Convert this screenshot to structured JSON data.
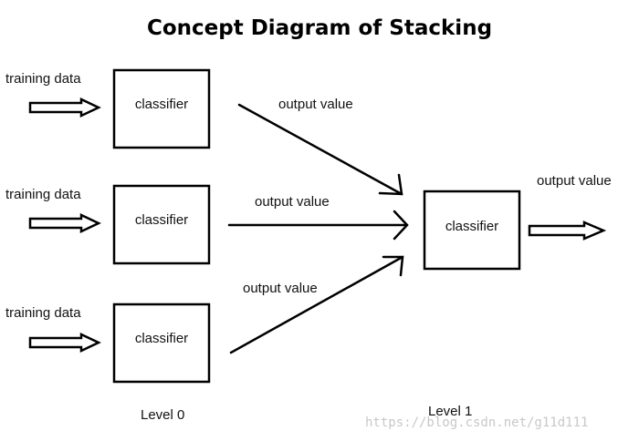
{
  "title": "Concept Diagram of Stacking",
  "labels": {
    "training_data": [
      "training data",
      "training data",
      "training data"
    ],
    "level0_classifier": [
      "classifier",
      "classifier",
      "classifier"
    ],
    "output_value": [
      "output value",
      "output value",
      "output value"
    ],
    "level1_classifier": "classifier",
    "final_output": "output value",
    "level0": "Level 0",
    "level1": "Level 1"
  },
  "watermark": "https://blog.csdn.net/g11d111",
  "colors": {
    "stroke": "#000000",
    "text": "#111111",
    "background": "#ffffff",
    "watermark": "#c8c8c8"
  }
}
